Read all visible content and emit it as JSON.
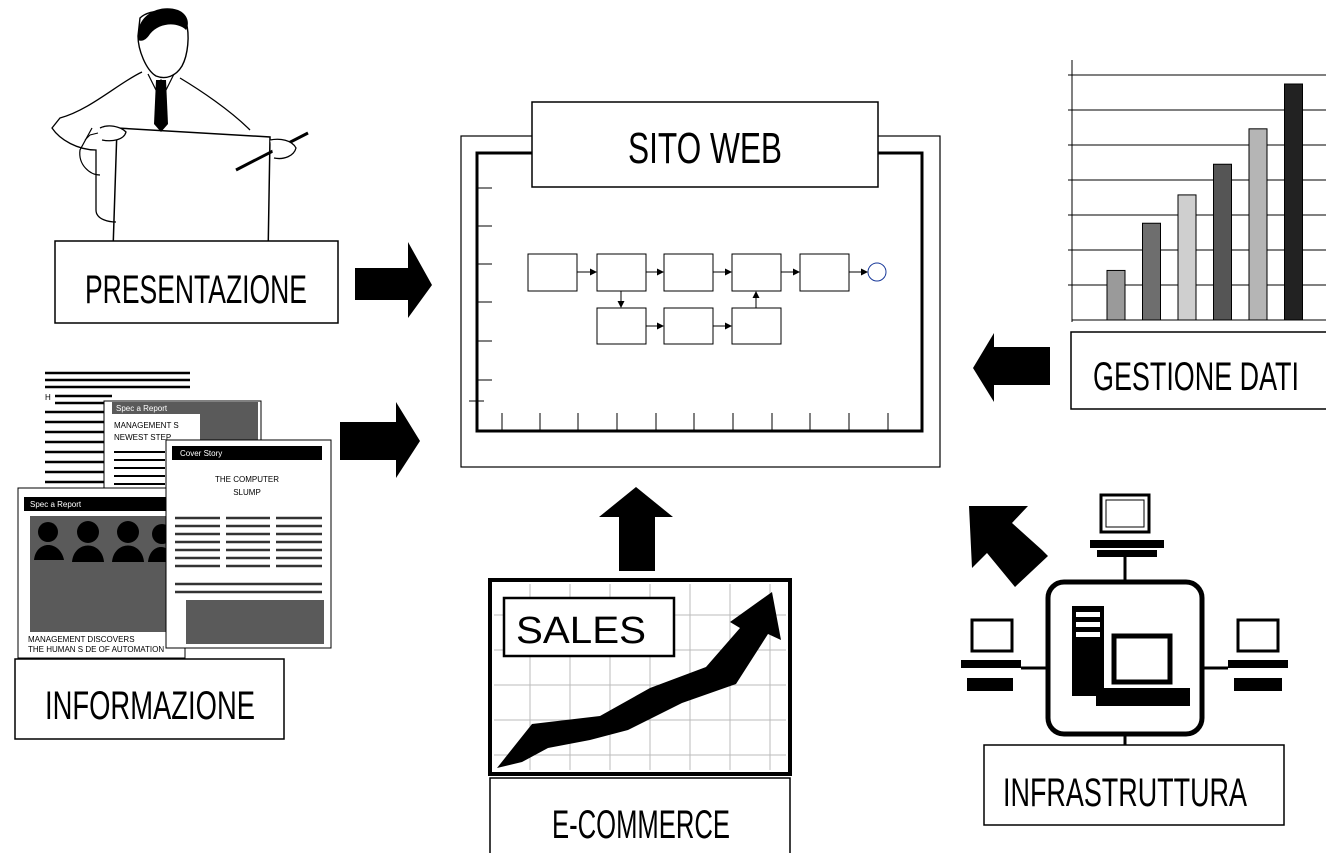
{
  "diagram": {
    "center": {
      "title": "SITO WEB"
    },
    "nodes": {
      "presentazione": "PRESENTAZIONE",
      "informazione": "INFORMAZIONE",
      "gestione_dati": "GESTIONE DATI",
      "infrastruttura": "INFRASTRUTTURA",
      "ecommerce": "E-COMMERCE"
    },
    "sales_sign": "SALES",
    "newspaper": {
      "report1_header": "Spec a Report",
      "report1_line1": "MANAGEMENT S",
      "report1_line2": "NEWEST STEP",
      "cover_header": "Cover Story",
      "cover_title1": "THE COMPUTER",
      "cover_title2": "SLUMP",
      "report2_header": "Spec a Report",
      "caption1": "MANAGEMENT DISCOVERS",
      "caption2": "THE HUMAN S DE OF AUTOMATION",
      "letter_h": "H"
    },
    "bar_chart": {
      "bars": [
        0.21,
        0.41,
        0.53,
        0.66,
        0.81,
        1.0
      ]
    }
  }
}
